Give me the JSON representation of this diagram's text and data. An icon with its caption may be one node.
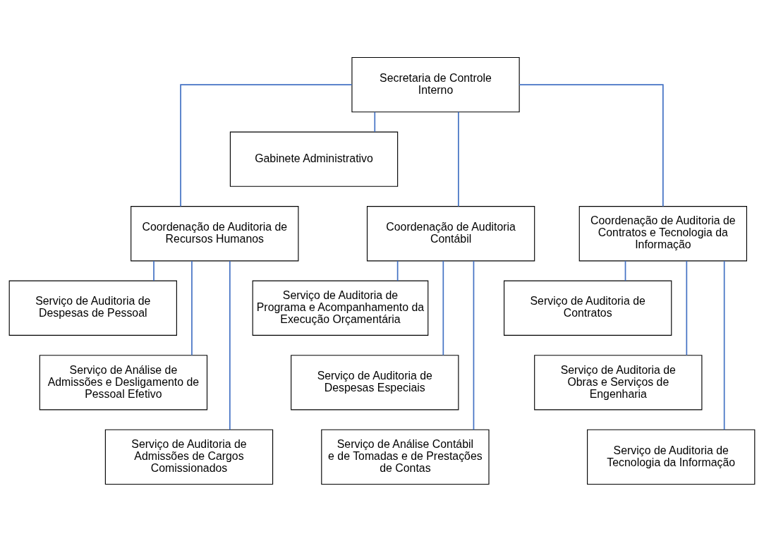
{
  "diagram": {
    "nodes": [
      {
        "text": [
          "Secretaria de Controle Interno"
        ]
      },
      {
        "text": [
          "Gabinete Administrativo"
        ]
      },
      {
        "text": [
          "Coordenação de Auditoria de Recursos Humanos"
        ]
      },
      {
        "text": [
          "Coordenação de Auditoria Contábil"
        ]
      },
      {
        "text": [
          "Coordenação de Auditoria de Contratos e Tecnologia da Informação"
        ]
      },
      {
        "text": [
          "Serviço de Auditoria de Despesas de Pessoal"
        ]
      },
      {
        "text": [
          "Serviço de Análise de Admissões e Desligamento de Pessoal Efetivo"
        ]
      },
      {
        "text": [
          "Serviço de Auditoria de Admissões de Cargos Comissionados"
        ]
      },
      {
        "text": [
          "Serviço de Auditoria de Programa e Acompanhamento da Execução Orçamentária"
        ]
      },
      {
        "text": [
          "Serviço de Auditoria de Despesas Especiais"
        ]
      },
      {
        "text": [
          "Serviço de Análise Contábil e de Tomadas e de Prestações de Contas"
        ]
      },
      {
        "text": [
          "Serviço de Auditoria de Contratos"
        ]
      },
      {
        "text": [
          "Serviço de Auditoria de Obras e Serviços de Engenharia"
        ]
      },
      {
        "text": [
          "Serviço de Auditoria de Tecnologia da Informação"
        ]
      }
    ],
    "edges": [
      {
        "from": 0,
        "to": 1,
        "arrow": "none"
      },
      {
        "from": 0,
        "to": 2,
        "arrow": "none"
      },
      {
        "from": 0,
        "to": 3,
        "arrow": "none"
      },
      {
        "from": 0,
        "to": 4,
        "arrow": "none"
      },
      {
        "from": 2,
        "to": 5,
        "arrow": "none"
      },
      {
        "from": 2,
        "to": 6,
        "arrow": "none"
      },
      {
        "from": 2,
        "to": 7,
        "arrow": "none"
      },
      {
        "from": 3,
        "to": 8,
        "arrow": "none"
      },
      {
        "from": 3,
        "to": 9,
        "arrow": "none"
      },
      {
        "from": 3,
        "to": 10,
        "arrow": "none"
      },
      {
        "from": 4,
        "to": 11,
        "arrow": "none"
      },
      {
        "from": 4,
        "to": 12,
        "arrow": "none"
      },
      {
        "from": 4,
        "to": 13,
        "arrow": "none"
      }
    ]
  }
}
